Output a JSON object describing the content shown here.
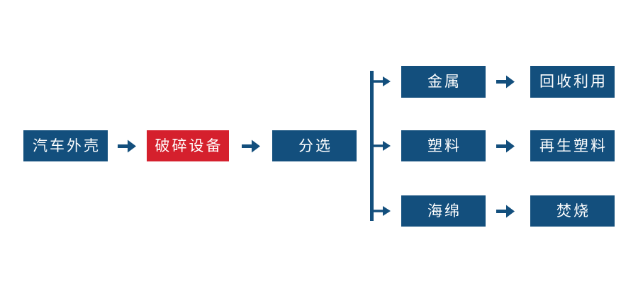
{
  "diagram": {
    "type": "flowchart",
    "description": "automobile shell recycling process flow",
    "main_flow": [
      {
        "id": "car-shell",
        "label": "汽车外壳",
        "highlight": false
      },
      {
        "id": "crusher",
        "label": "破碎设备",
        "highlight": true
      },
      {
        "id": "sorting",
        "label": "分选",
        "highlight": false
      }
    ],
    "branches": [
      {
        "material": "金属",
        "destination": "回收利用"
      },
      {
        "material": "塑料",
        "destination": "再生塑料"
      },
      {
        "material": "海绵",
        "destination": "焚烧"
      }
    ]
  },
  "icons": {
    "arrow_right": "arrow-right-icon"
  },
  "colors": {
    "primary": "#134f7d",
    "accent": "#d5202d",
    "text_on_box": "#ffffff",
    "background": "#ffffff"
  }
}
